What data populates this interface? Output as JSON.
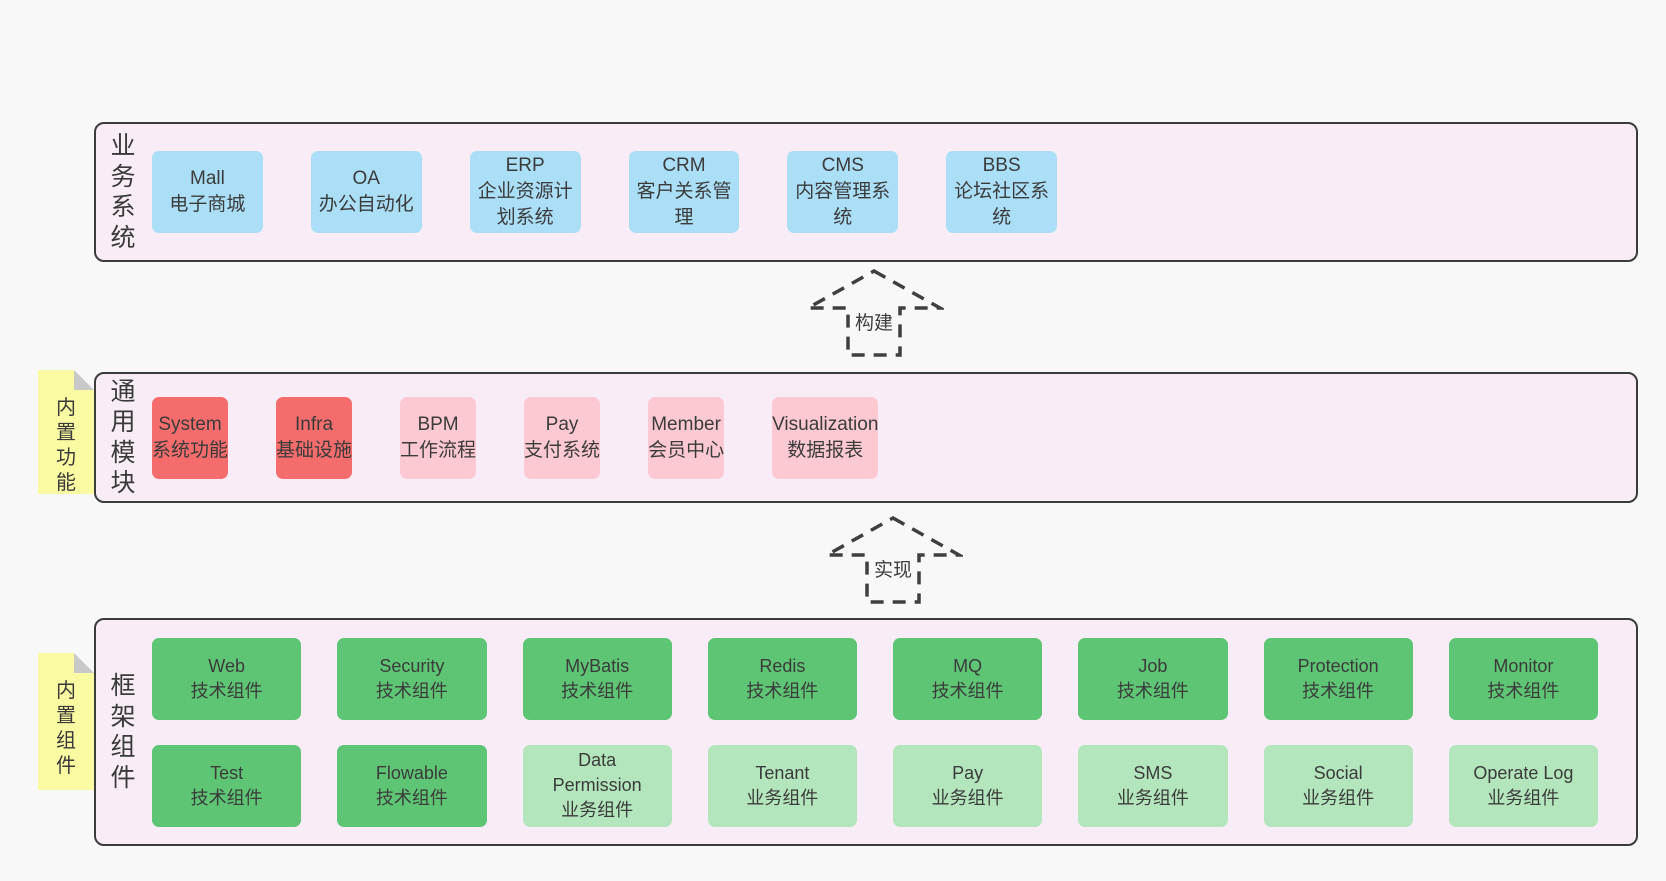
{
  "colors": {
    "page_bg": "#f8f8f8",
    "panel_bg": "#f8edf6",
    "panel_border": "#3c3c3c",
    "business_box": "#abdef7",
    "core_module_box": "#f56c6c",
    "optional_module_box": "#fcc9d2",
    "tech_component_box": "#5ec574",
    "biz_component_box": "#b4e6bd",
    "sticky_note": "#fafaa2",
    "note_fold": "#c9c9c9",
    "text": "#3b3b3b"
  },
  "notes": [
    {
      "label": "内置功能"
    },
    {
      "label": "内置组件"
    }
  ],
  "arrows": [
    {
      "label": "构建"
    },
    {
      "label": "实现"
    }
  ],
  "sections": {
    "business": {
      "label": "业务系统",
      "items": [
        {
          "title": "Mall",
          "subtitle": "电子商城"
        },
        {
          "title": "OA",
          "subtitle": "办公自动化"
        },
        {
          "title": "ERP",
          "subtitle": "企业资源计划系统"
        },
        {
          "title": "CRM",
          "subtitle": "客户关系管理"
        },
        {
          "title": "CMS",
          "subtitle": "内容管理系统"
        },
        {
          "title": "BBS",
          "subtitle": "论坛社区系统"
        }
      ]
    },
    "modules": {
      "label": "通用模块",
      "items": [
        {
          "title": "System",
          "subtitle": "系统功能"
        },
        {
          "title": "Infra",
          "subtitle": "基础设施"
        },
        {
          "title": "BPM",
          "subtitle": "工作流程"
        },
        {
          "title": "Pay",
          "subtitle": "支付系统"
        },
        {
          "title": "Member",
          "subtitle": "会员中心"
        },
        {
          "title": "Visualization",
          "subtitle": "数据报表"
        }
      ]
    },
    "framework": {
      "label": "框架组件",
      "rows": [
        [
          {
            "title": "Web",
            "subtitle": "技术组件"
          },
          {
            "title": "Security",
            "subtitle": "技术组件"
          },
          {
            "title": "MyBatis",
            "subtitle": "技术组件"
          },
          {
            "title": "Redis",
            "subtitle": "技术组件"
          },
          {
            "title": "MQ",
            "subtitle": "技术组件"
          },
          {
            "title": "Job",
            "subtitle": "技术组件"
          },
          {
            "title": "Protection",
            "subtitle": "技术组件"
          },
          {
            "title": "Monitor",
            "subtitle": "技术组件"
          }
        ],
        [
          {
            "title": "Test",
            "subtitle": "技术组件"
          },
          {
            "title": "Flowable",
            "subtitle": "技术组件"
          },
          {
            "title": "Data Permission",
            "subtitle": "业务组件"
          },
          {
            "title": "Tenant",
            "subtitle": "业务组件"
          },
          {
            "title": "Pay",
            "subtitle": "业务组件"
          },
          {
            "title": "SMS",
            "subtitle": "业务组件"
          },
          {
            "title": "Social",
            "subtitle": "业务组件"
          },
          {
            "title": "Operate Log",
            "subtitle": "业务组件"
          }
        ]
      ]
    }
  }
}
